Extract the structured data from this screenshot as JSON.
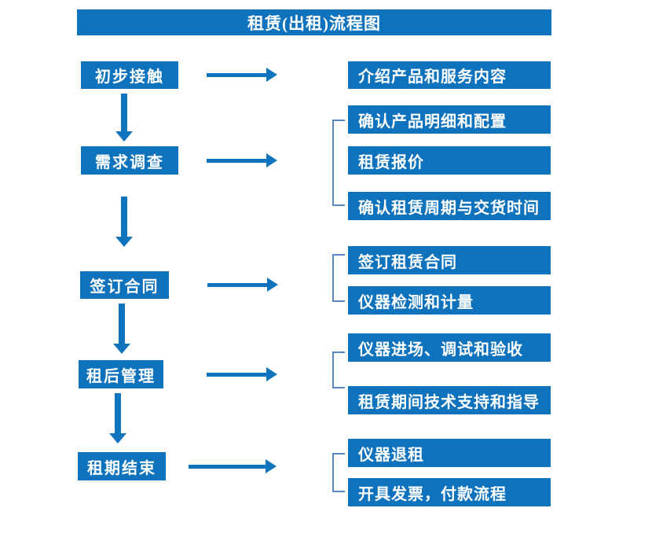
{
  "title": "租赁(出租)流程图",
  "steps": [
    {
      "label": "初步接触",
      "details": [
        "介绍产品和服务内容"
      ]
    },
    {
      "label": "需求调查",
      "details": [
        "确认产品明细和配置",
        "租赁报价",
        "确认租赁周期与交货时间"
      ]
    },
    {
      "label": "签订合同",
      "details": [
        "签订租赁合同",
        "仪器检测和计量"
      ]
    },
    {
      "label": "租后管理",
      "details": [
        "仪器进场、调试和验收",
        "租赁期间技术支持和指导"
      ]
    },
    {
      "label": "租期结束",
      "details": [
        "仪器退租",
        "开具发票，付款流程"
      ]
    }
  ],
  "colors": {
    "box_blue": "#0f72bc",
    "arrow_blue": "#1073bd",
    "bracket_blue": "#5b87c5",
    "text": "#ffffff",
    "background": "#ffffff"
  }
}
